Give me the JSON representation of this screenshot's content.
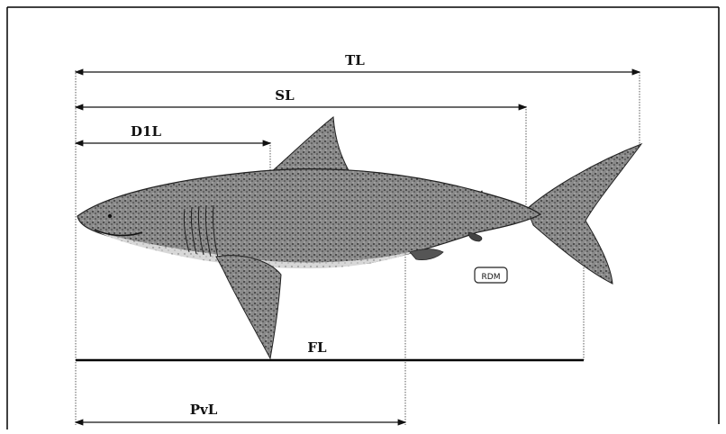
{
  "labels": {
    "tl": "TL",
    "sl": "SL",
    "d1l": "D1L",
    "fl": "FL",
    "pvl": "PvL"
  },
  "artist_mark": "RDM",
  "colors": {
    "line": "#111111",
    "shark_fill": "#6f6f6f",
    "shark_dark": "#3a3a3a",
    "belly": "#f2f2f2",
    "frame": "#000000"
  }
}
